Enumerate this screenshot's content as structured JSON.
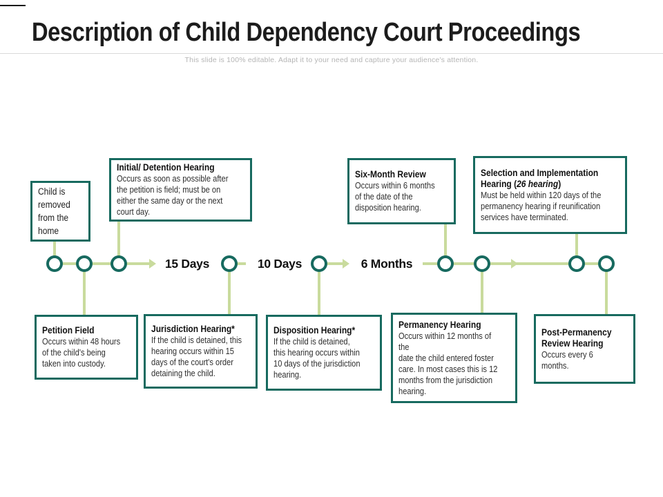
{
  "slide": {
    "title": "Description of Child Dependency Court Proceedings",
    "subtitle": "This slide is 100% editable. Adapt it to your need and capture your audience's attention."
  },
  "colors": {
    "teal_border": "#176a5f",
    "connector_green": "#c9db9d",
    "title_text": "#1c1c1c",
    "subtitle_text": "#b5b5b5"
  },
  "timeline": {
    "labels": [
      {
        "text": "15 Days"
      },
      {
        "text": "10 Days"
      },
      {
        "text": "6 Months"
      }
    ]
  },
  "boxes": [
    {
      "title": "",
      "body": "Child is\nremoved\nfrom the\nhome"
    },
    {
      "title": "Initial/ Detention Hearing",
      "body": "Occurs as soon as possible after\nthe petition is field; must be on\neither the same day or the next\ncourt day."
    },
    {
      "title": "Six-Month Review",
      "body": "Occurs within 6 months\nof the date of the\ndisposition hearing."
    },
    {
      "title_parts": [
        "Selection and Implementation\nHearing (",
        "26 hearing",
        ")"
      ],
      "body": "Must be held within 120 days of the\npermanency hearing if reunification\nservices have terminated."
    },
    {
      "title": "Petition Field",
      "body": "Occurs within 48 hours\nof the child's being\ntaken into custody."
    },
    {
      "title": "Jurisdiction Hearing*",
      "body": "If the child is detained, this\nhearing occurs within 15\ndays of the court's order\ndetaining the child."
    },
    {
      "title": "Disposition Hearing*",
      "body": "If the child is detained,\nthis hearing occurs within\n10 days of the jurisdiction\nhearing."
    },
    {
      "title": "Permanency Hearing",
      "body": "Occurs within 12 months of the\ndate the child entered foster\ncare. In most cases this is 12\nmonths from the jurisdiction\nhearing."
    },
    {
      "title": "Post-Permanency\nReview Hearing",
      "body": "Occurs every 6\nmonths."
    }
  ]
}
